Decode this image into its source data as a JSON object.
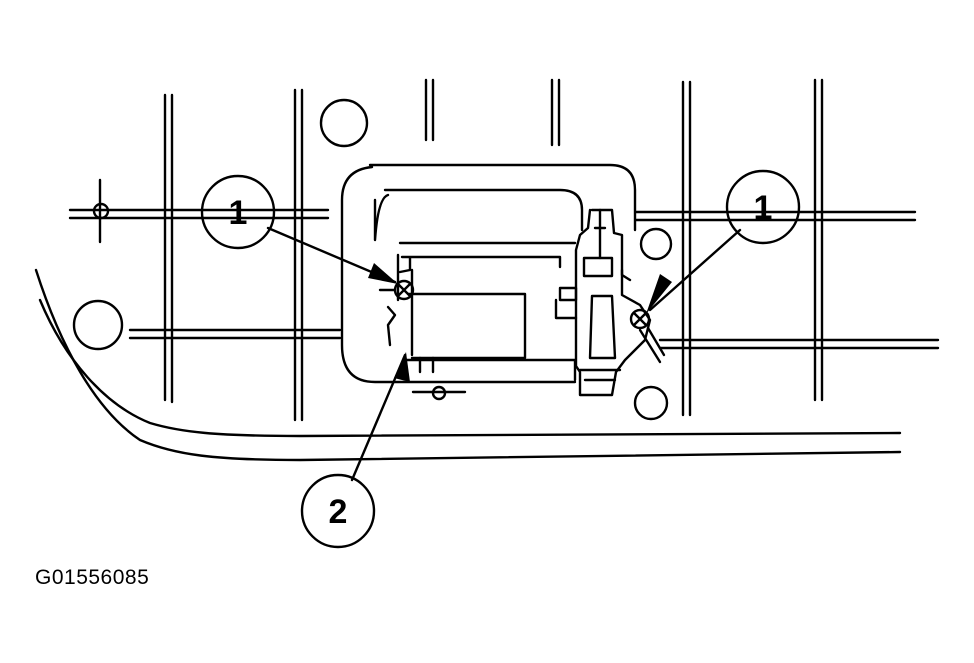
{
  "figure": {
    "id": "G01556085",
    "callouts": [
      {
        "label": "1"
      },
      {
        "label": "1"
      },
      {
        "label": "2"
      }
    ]
  },
  "colors": {
    "line": "#000000",
    "background": "#ffffff"
  }
}
